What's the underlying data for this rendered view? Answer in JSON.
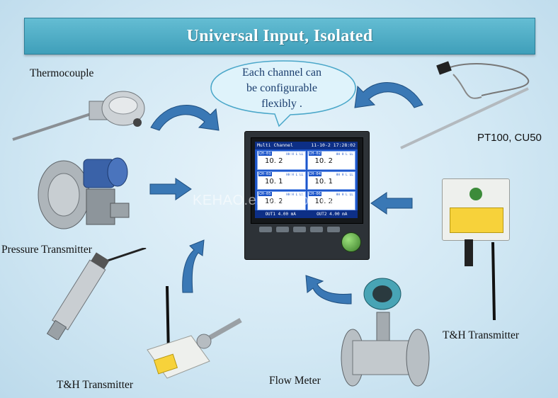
{
  "banner": {
    "title": "Universal Input, Isolated"
  },
  "callout": {
    "lines": [
      "Each channel can",
      "be configurable",
      "flexibly ."
    ]
  },
  "inputs": {
    "thermocouple": "Thermocouple",
    "pressure": "Pressure Transmitter",
    "th_left": "T&H Transmitter",
    "flow": "Flow Meter",
    "th_right": "T&H Transmitter",
    "rtd": "PT100, CU50"
  },
  "recorder": {
    "screen_title": "Multi Channel",
    "screen_time": "11-10-2 17:28:02",
    "channels": [
      {
        "name": "CH-01",
        "value": "10. 2"
      },
      {
        "name": "CH-02",
        "value": "10. 2"
      },
      {
        "name": "CH-03",
        "value": "10. 1"
      },
      {
        "name": "CH-04",
        "value": "10. 1"
      },
      {
        "name": "CH-05",
        "value": "10. 2"
      },
      {
        "name": "CH-06",
        "value": "10. 2"
      }
    ],
    "alarm_tags": "HH H L LL",
    "out1": "OUT1    4.00 mA",
    "out2": "OUT2    4.00 mA"
  },
  "watermark": "KEHAO.en.alibaba.com",
  "colors": {
    "banner": "#3f9fba",
    "arrow": "#3a78b5",
    "screen": "#1e56c9"
  }
}
